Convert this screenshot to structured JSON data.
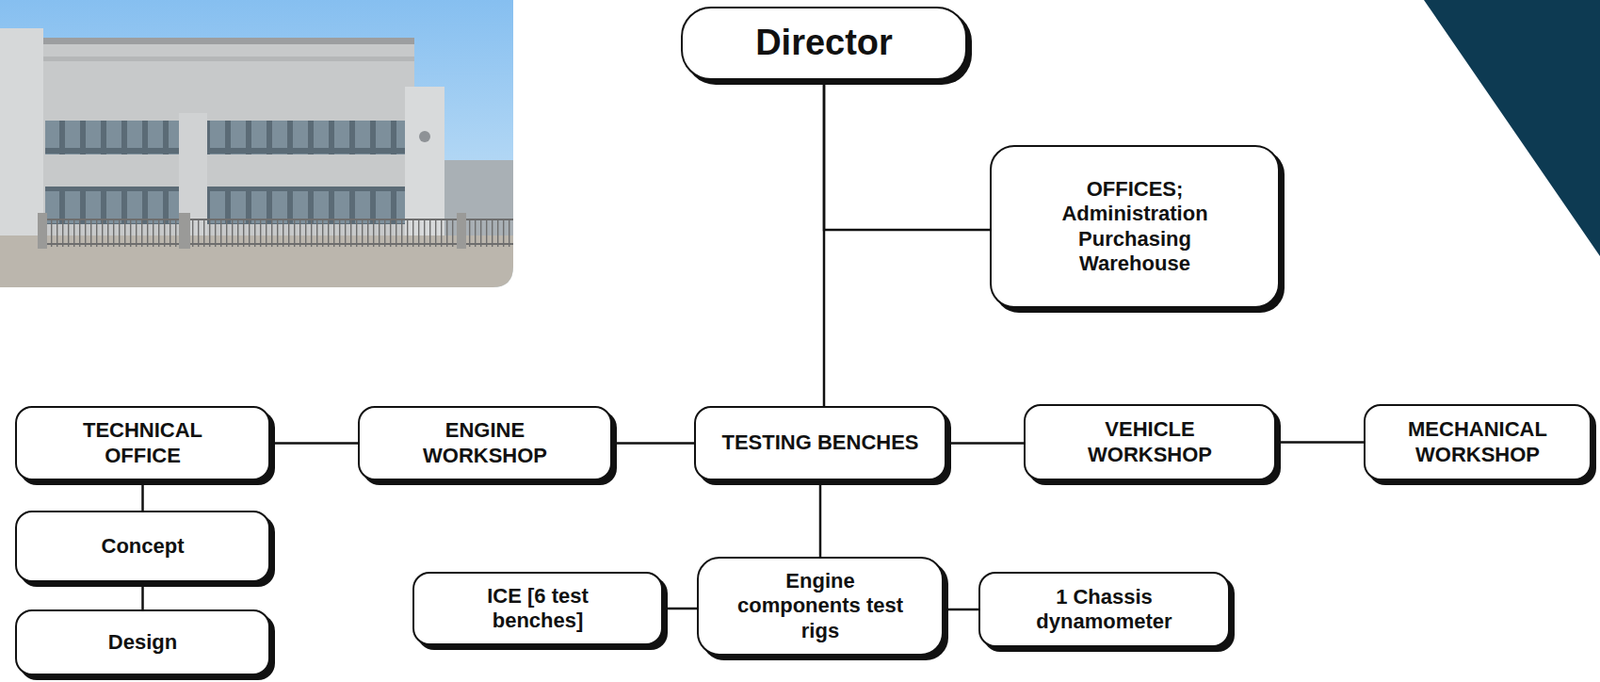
{
  "diagram": {
    "nodes": [
      {
        "text": [
          "Director"
        ]
      },
      {
        "text": [
          "OFFICES; Administration Purchasing Warehouse"
        ]
      },
      {
        "text": [
          "TECHNICAL OFFICE"
        ]
      },
      {
        "text": [
          "ENGINE WORKSHOP"
        ]
      },
      {
        "text": [
          "TESTING BENCHES"
        ]
      },
      {
        "text": [
          "VEHICLE WORKSHOP"
        ]
      },
      {
        "text": [
          "MECHANICAL WORKSHOP"
        ]
      },
      {
        "text": [
          "Concept"
        ]
      },
      {
        "text": [
          "Design"
        ]
      },
      {
        "text": [
          "ICE [6 test benches]"
        ]
      },
      {
        "text": [
          "Engine components test rigs"
        ]
      },
      {
        "text": [
          "1 Chassis dynamometer"
        ]
      }
    ],
    "edges": [
      {
        "from": 0,
        "to": 4,
        "arrow": "none"
      },
      {
        "from": 0,
        "to": 1,
        "arrow": "none"
      },
      {
        "from": 2,
        "to": 3,
        "arrow": "none"
      },
      {
        "from": 3,
        "to": 4,
        "arrow": "none"
      },
      {
        "from": 4,
        "to": 5,
        "arrow": "none"
      },
      {
        "from": 5,
        "to": 6,
        "arrow": "none"
      },
      {
        "from": 2,
        "to": 7,
        "arrow": "none"
      },
      {
        "from": 7,
        "to": 8,
        "arrow": "none"
      },
      {
        "from": 4,
        "to": 10,
        "arrow": "none"
      },
      {
        "from": 9,
        "to": 10,
        "arrow": "none"
      },
      {
        "from": 10,
        "to": 11,
        "arrow": "none"
      }
    ]
  }
}
